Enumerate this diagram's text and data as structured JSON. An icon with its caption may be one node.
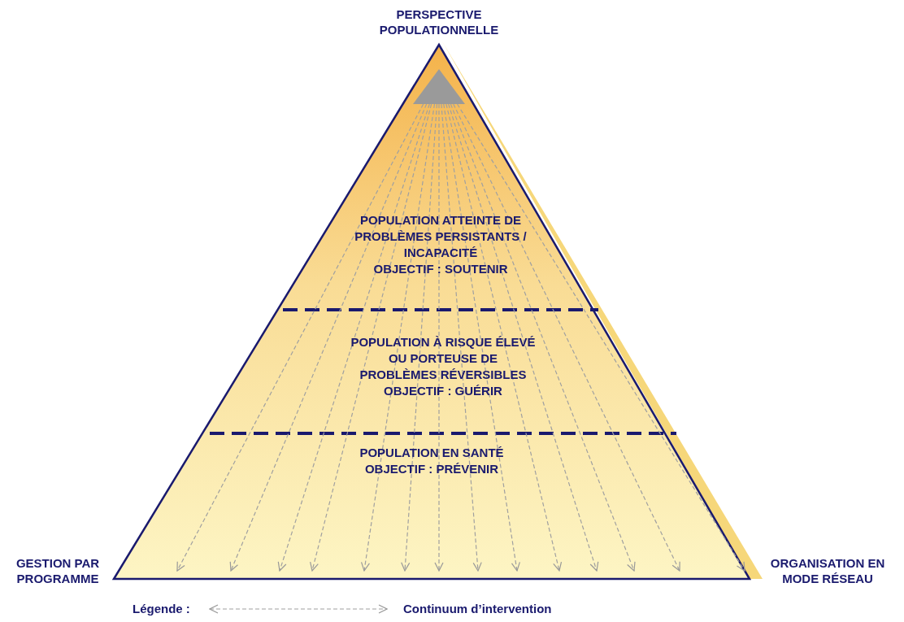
{
  "diagram": {
    "nodes": [
      {
        "text": [],
        "shape": "triangle"
      },
      {
        "text": [],
        "shape": "triangle",
        "in": 0
      },
      {
        "text": [
          "POPULATION ATTEINTE DE PROBLÈMES PERSISTANTS / INCAPACITÉ",
          "OBJECTIF : SOUTENIR"
        ],
        "in": 0
      },
      {
        "text": [
          "POPULATION À RISQUE ÉLEVÉ OU PORTEUSE DE PROBLÈMES RÉVERSIBLES",
          "OBJECTIF : GUÉRIR"
        ],
        "in": 0
      },
      {
        "text": [
          "POPULATION EN SANTÉ",
          "OBJECTIF : PRÉVENIR"
        ],
        "in": 0
      }
    ],
    "edges": [
      {
        "from": 1,
        "to": null,
        "arrow": "to",
        "style": "dashed"
      },
      {
        "from": 1,
        "to": null,
        "arrow": "to",
        "style": "dashed"
      },
      {
        "from": 1,
        "to": null,
        "arrow": "to",
        "style": "dashed"
      },
      {
        "from": 1,
        "to": null,
        "arrow": "to",
        "style": "dashed"
      },
      {
        "from": 1,
        "to": null,
        "arrow": "to",
        "style": "dashed"
      },
      {
        "from": 1,
        "to": null,
        "arrow": "to",
        "style": "dashed"
      },
      {
        "from": 1,
        "to": null,
        "arrow": "to",
        "style": "dashed"
      },
      {
        "from": 1,
        "to": null,
        "arrow": "to",
        "style": "dashed"
      },
      {
        "from": 1,
        "to": null,
        "arrow": "to",
        "style": "dashed"
      },
      {
        "from": 1,
        "to": null,
        "arrow": "to",
        "style": "dashed"
      },
      {
        "from": 1,
        "to": null,
        "arrow": "to",
        "style": "dashed"
      },
      {
        "from": 1,
        "to": null,
        "arrow": "to",
        "style": "dashed"
      },
      {
        "from": 1,
        "to": null,
        "arrow": "to",
        "style": "dashed"
      },
      {
        "from": 1,
        "to": null,
        "arrow": "to",
        "style": "dashed"
      }
    ],
    "labels": [
      "PERSPECTIVE POPULATIONNELLE",
      "GESTION PAR PROGRAMME",
      "ORGANISATION EN MODE RÉSEAU",
      "Légende :"
    ],
    "legend": [
      {
        "text": "Continuum d’intervention"
      }
    ]
  }
}
